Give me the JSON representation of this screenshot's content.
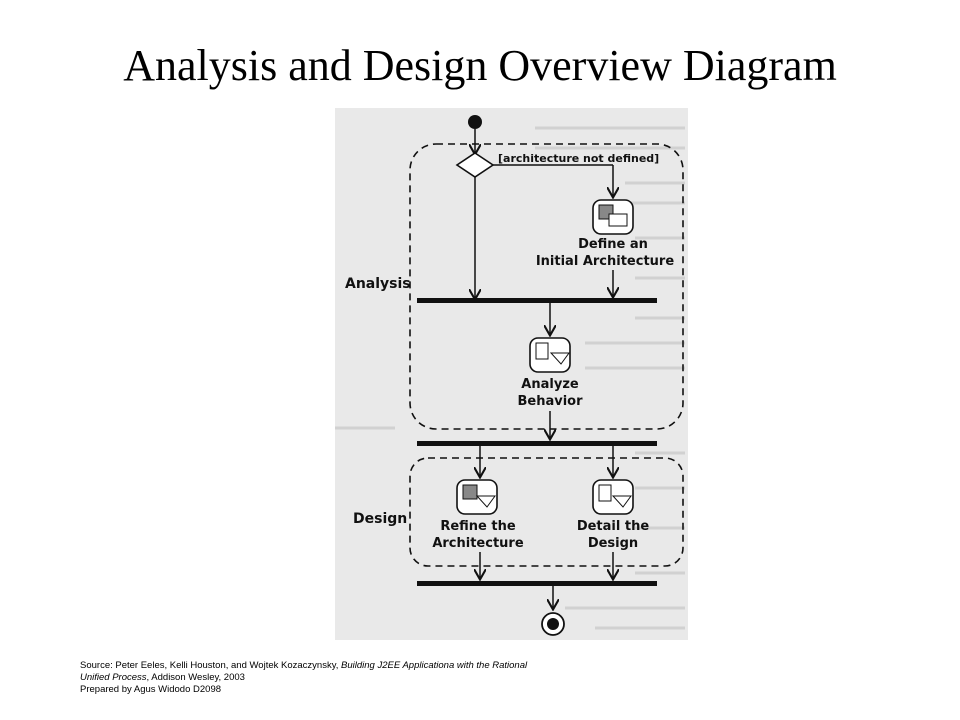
{
  "title": "Analysis and Design Overview Diagram",
  "diagram": {
    "guard": "[architecture not defined]",
    "swimlanes": {
      "analysis": "Analysis",
      "design": "Design"
    },
    "activities": {
      "define_line1": "Define an",
      "define_line2": "Initial Architecture",
      "analyze_line1": "Analyze",
      "analyze_line2": "Behavior",
      "refine_line1": "Refine the",
      "refine_line2": "Architecture",
      "detail_line1": "Detail the",
      "detail_line2": "Design"
    }
  },
  "footer": {
    "source_prefix": "Source: Peter Eeles, Kelli Houston, and Wojtek Kozaczynsky, ",
    "book_title_1": "Building J2EE Applicationa with the Rational",
    "book_title_2": "Unified Process",
    "publisher": ", Addison Wesley, 2003",
    "prepared_by": "Prepared by Agus Widodo D2098"
  }
}
